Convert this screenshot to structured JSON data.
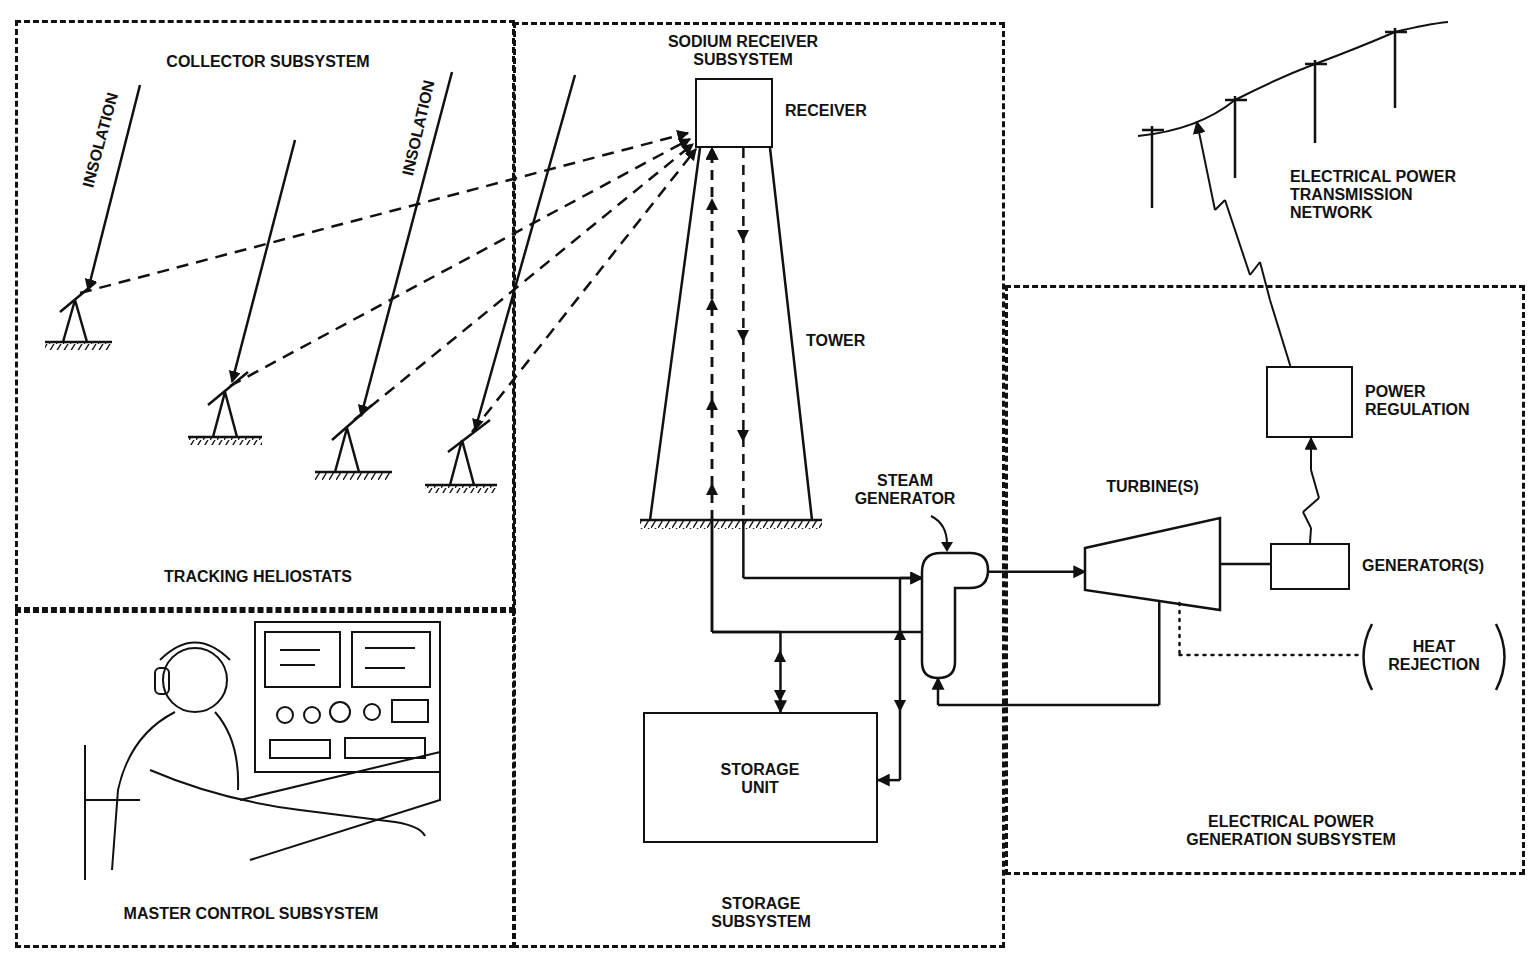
{
  "diagram": {
    "nodes": [
      {
        "text": [
          "COLLECTOR SUBSYSTEM",
          "TRACKING HELIOSTATS"
        ]
      },
      {
        "text": [
          "MASTER CONTROL SUBSYSTEM"
        ]
      },
      {
        "text": [
          "SODIUM RECEIVER SUBSYSTEM",
          "STORAGE SUBSYSTEM"
        ]
      },
      {
        "text": [
          "RECEIVER"
        ],
        "in": 2
      },
      {
        "text": [
          "STORAGE UNIT"
        ],
        "in": 2
      },
      {
        "text": [
          "ELECTRICAL POWER GENERATION SUBSYSTEM"
        ]
      },
      {
        "text": [
          "STEAM GENERATOR"
        ]
      },
      {
        "text": [
          "TURBINE(S)"
        ],
        "in": 5
      },
      {
        "text": [
          "GENERATOR(S)"
        ],
        "in": 5
      },
      {
        "text": [
          "POWER REGULATION"
        ],
        "in": 5
      },
      {
        "text": [
          "HEAT REJECTION"
        ],
        "in": 5
      },
      {
        "text": [
          "ELECTRICAL POWER TRANSMISSION NETWORK"
        ]
      }
    ],
    "edges": [
      {
        "from": 3,
        "to": 6,
        "arrow": "to"
      },
      {
        "from": 6,
        "to": 3,
        "arrow": "to"
      },
      {
        "from": 4,
        "to": 3,
        "arrow": "both"
      },
      {
        "from": 4,
        "to": 6,
        "arrow": "both"
      },
      {
        "from": 6,
        "to": 7,
        "arrow": "to"
      },
      {
        "from": 7,
        "to": 6,
        "arrow": "to"
      },
      {
        "from": 7,
        "to": 8,
        "arrow": "none"
      },
      {
        "from": 8,
        "to": 9,
        "arrow": "to"
      },
      {
        "from": 9,
        "to": 11,
        "arrow": "to"
      },
      {
        "from": 7,
        "to": 10,
        "arrow": "none"
      }
    ],
    "labels": [
      "INSOLATION",
      "INSOLATION",
      "TOWER"
    ]
  }
}
